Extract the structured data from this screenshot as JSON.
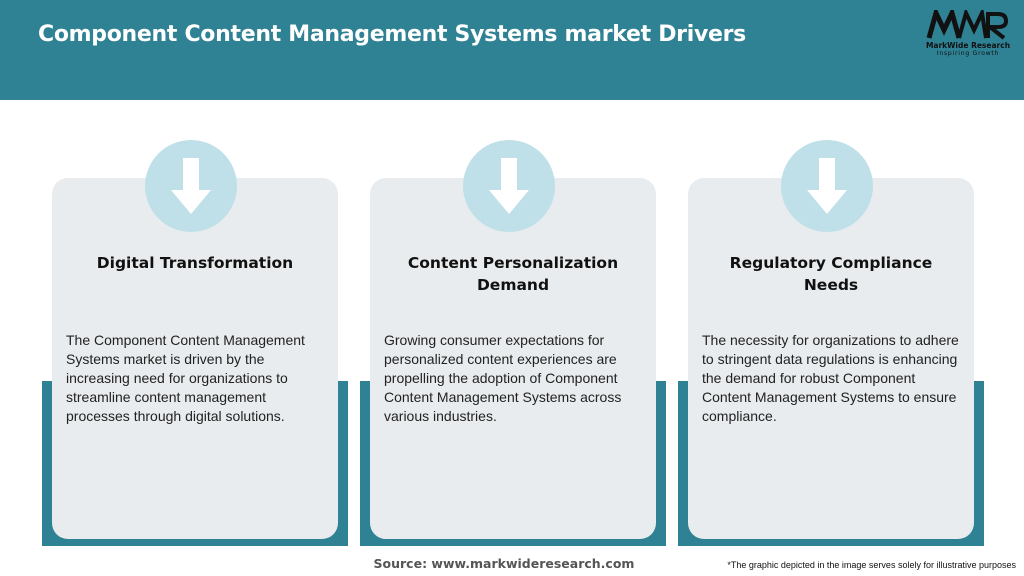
{
  "header": {
    "title": "Component Content Management Systems market Drivers",
    "background_color": "#2f8194"
  },
  "logo": {
    "mark": "MWR",
    "name": "MarkWide Research",
    "tagline": "Inspiring Growth"
  },
  "cards": [
    {
      "icon": "arrow-down-icon",
      "title": "Digital Transformation",
      "text": "The Component Content Management Systems market is driven by the increasing need for organizations to streamline content management processes through digital solutions."
    },
    {
      "icon": "arrow-down-icon",
      "title": "Content Personalization Demand",
      "text": "Growing consumer expectations for personalized content experiences are propelling the adoption of Component Content Management Systems across various industries."
    },
    {
      "icon": "arrow-down-icon",
      "title": "Regulatory Compliance Needs",
      "text": "The necessity for organizations to adhere to stringent data regulations is enhancing the demand for robust Component Content Management Systems to ensure compliance."
    }
  ],
  "footer": {
    "source": "Source: www.markwideresearch.com",
    "disclaimer": "*The graphic depicted in the image serves solely for illustrative purposes"
  },
  "colors": {
    "accent": "#2f8194",
    "card_bg": "#e9ecee",
    "icon_circle": "#bfe0e8"
  }
}
